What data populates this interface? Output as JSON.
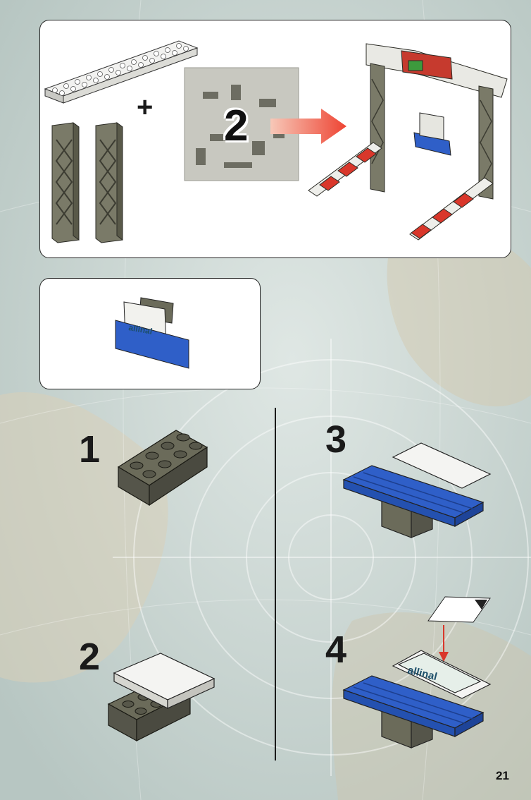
{
  "page": {
    "number": "21"
  },
  "overview": {
    "bag_number": "2"
  },
  "steps": [
    {
      "number": "1"
    },
    {
      "number": "2"
    },
    {
      "number": "3"
    },
    {
      "number": "4"
    }
  ],
  "sticker_text": "allinal",
  "colors": {
    "dark_gray": "#6b6b5a",
    "blue": "#2f5fc8",
    "white_tile": "#f2f2f0",
    "red": "#d9372b",
    "arrow": "#ee4433"
  }
}
